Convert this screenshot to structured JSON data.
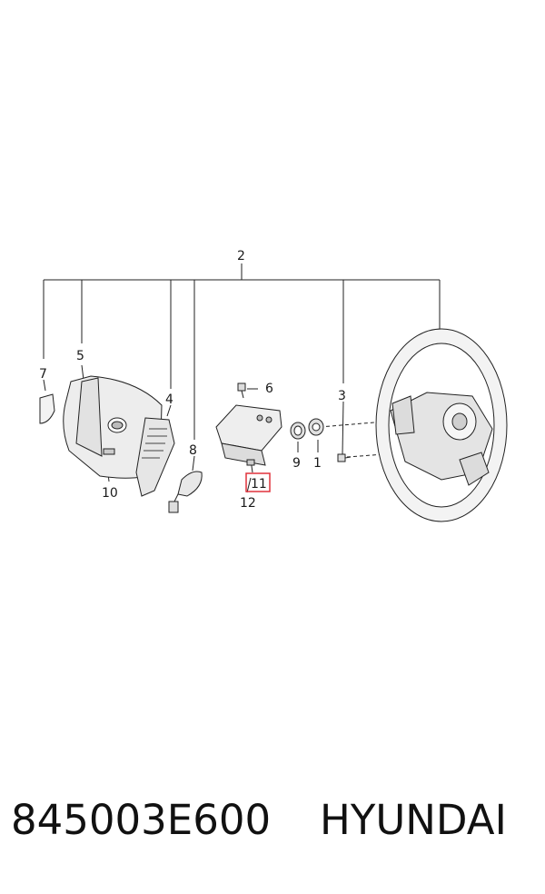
{
  "callouts": {
    "c1": "1",
    "c2": "2",
    "c3": "3",
    "c4": "4",
    "c5": "5",
    "c6": "6",
    "c7": "7",
    "c8": "8",
    "c9": "9",
    "c10": "10",
    "c11": "11",
    "c12": "12"
  },
  "highlight_color": "#e0323c",
  "footer": {
    "part_number": "845003E600",
    "brand": "HYUNDAI"
  }
}
